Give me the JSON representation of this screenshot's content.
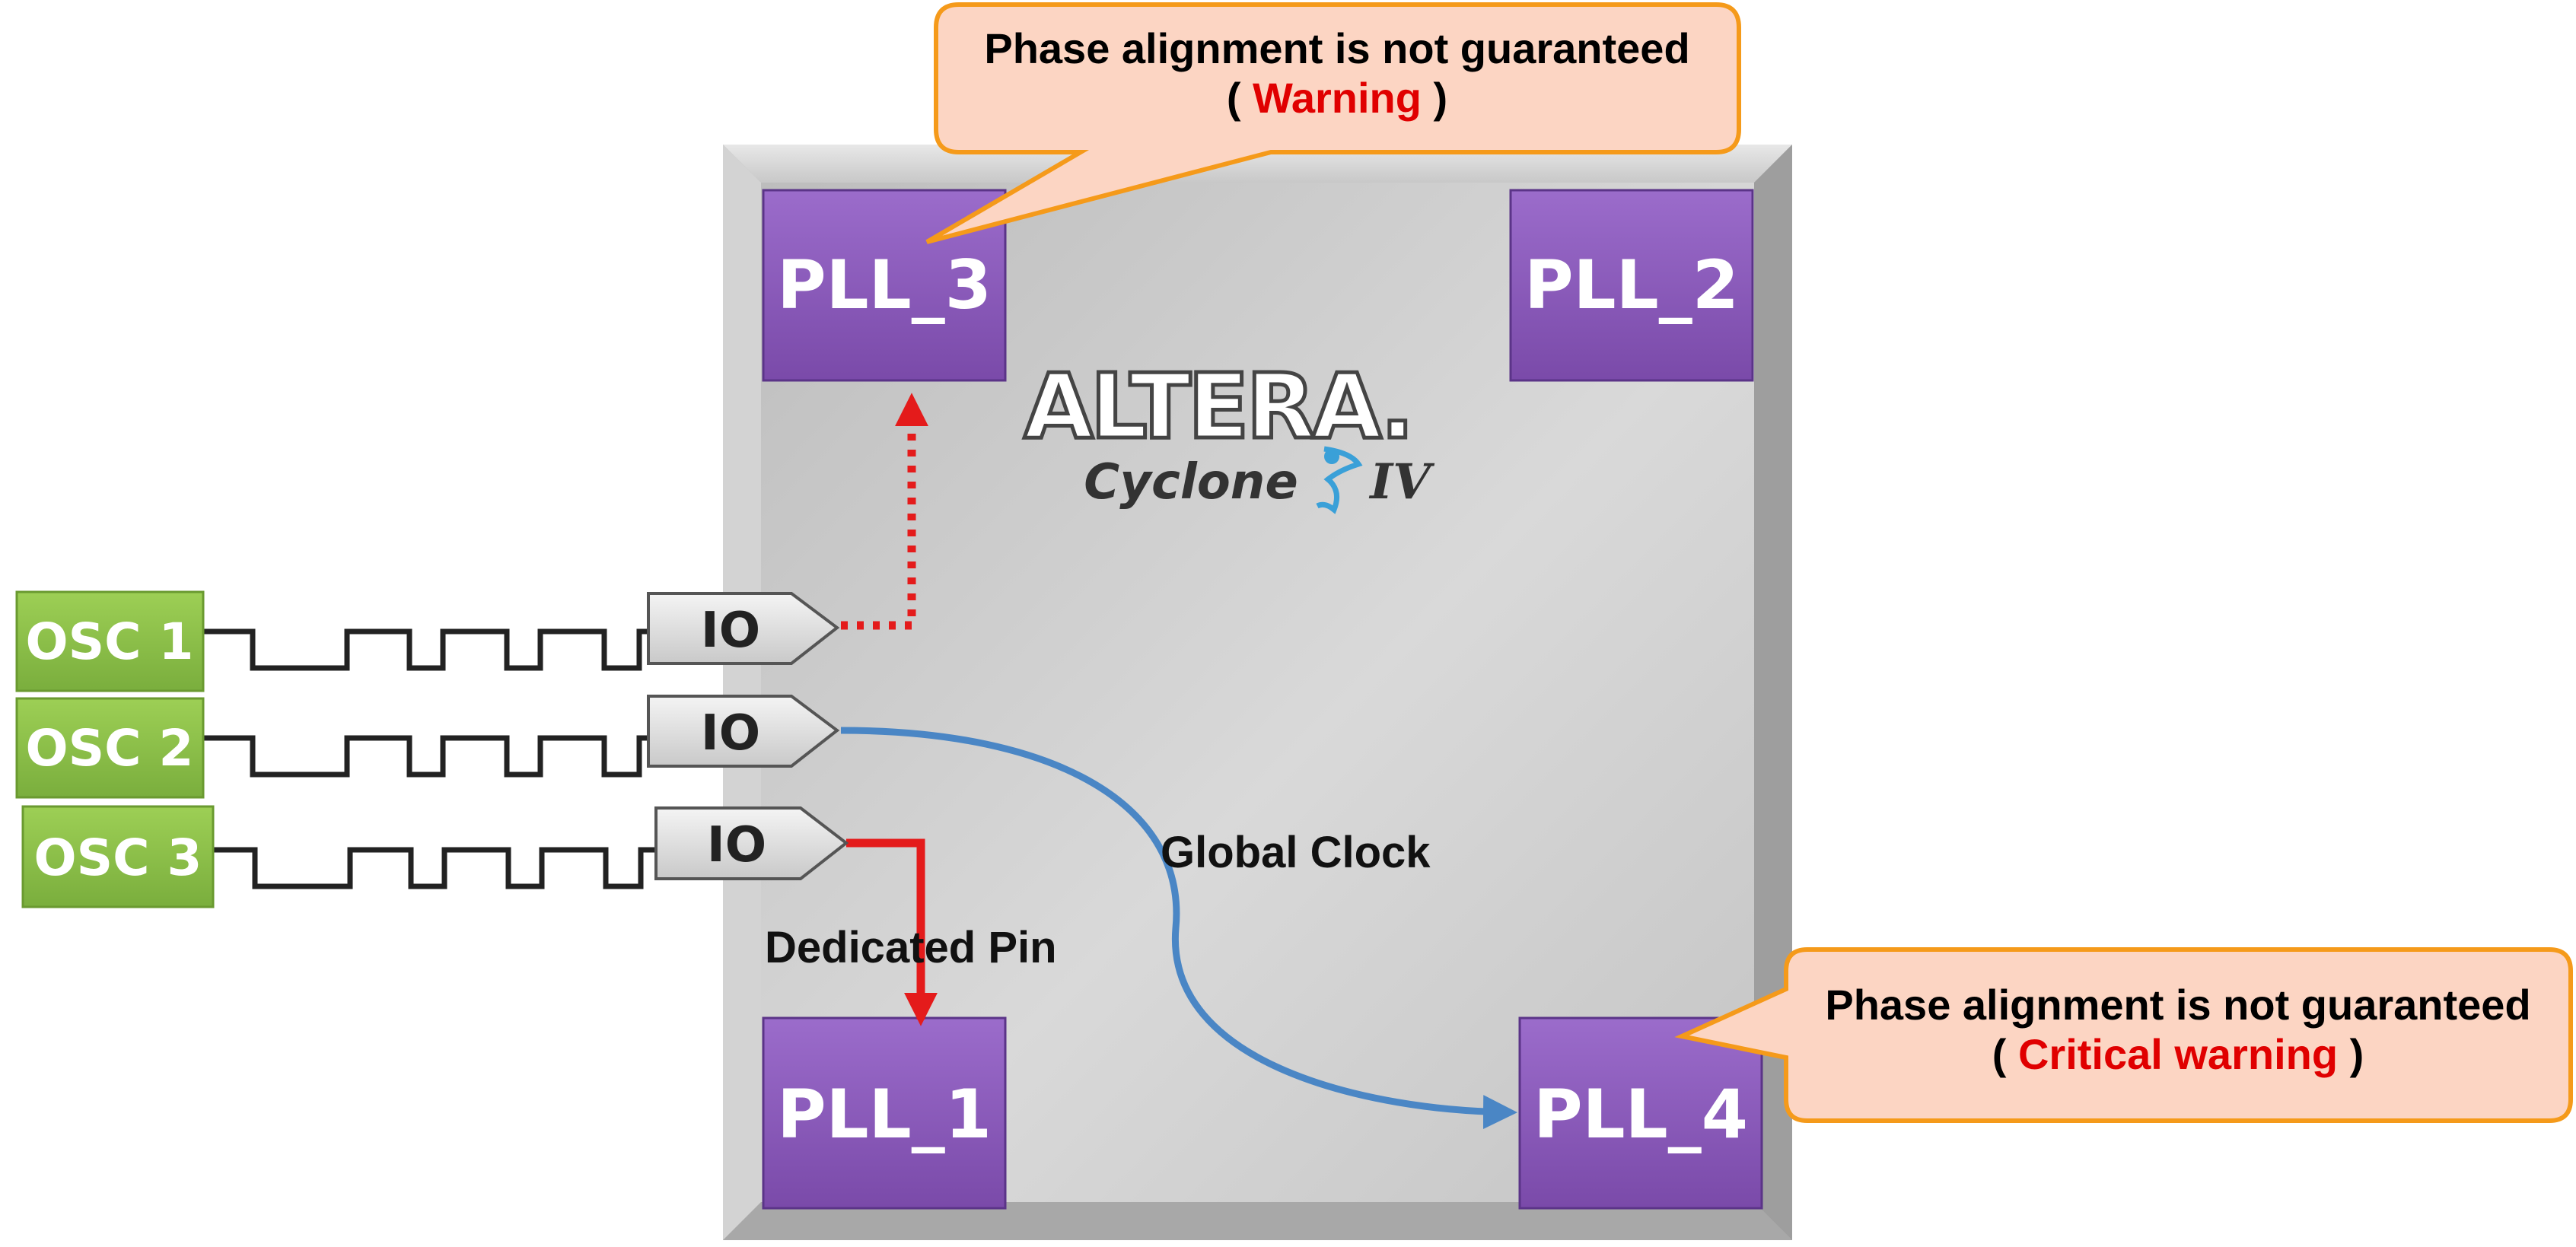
{
  "colors": {
    "pll_fill": "#8a5ab8",
    "osc_fill": "#8cc04a",
    "callout_fill": "#fcd5c3",
    "callout_border": "#f59a1a",
    "warning_red": "#e00000",
    "global_clock_blue": "#4a86c5",
    "dedicated_red": "#e41b1b"
  },
  "chip": {
    "logo_brand": "ALTERA.",
    "logo_family": "Cyclone",
    "logo_series": "IV",
    "plls": [
      {
        "id": "pll3",
        "label": "PLL_3"
      },
      {
        "id": "pll2",
        "label": "PLL_2"
      },
      {
        "id": "pll1",
        "label": "PLL_1"
      },
      {
        "id": "pll4",
        "label": "PLL_4"
      }
    ],
    "io_label": "IO"
  },
  "oscillators": [
    {
      "label": "OSC 1"
    },
    {
      "label": "OSC 2"
    },
    {
      "label": "OSC 3"
    }
  ],
  "labels": {
    "global_clock": "Global Clock",
    "dedicated_pin": "Dedicated Pin"
  },
  "callouts": {
    "top": {
      "line1": "Phase alignment is not guaranteed",
      "open": "( ",
      "emphasis": "Warning",
      "close": " )"
    },
    "bottom": {
      "line1": "Phase alignment is not guaranteed",
      "open": "( ",
      "emphasis": "Critical warning",
      "close": " )"
    }
  }
}
